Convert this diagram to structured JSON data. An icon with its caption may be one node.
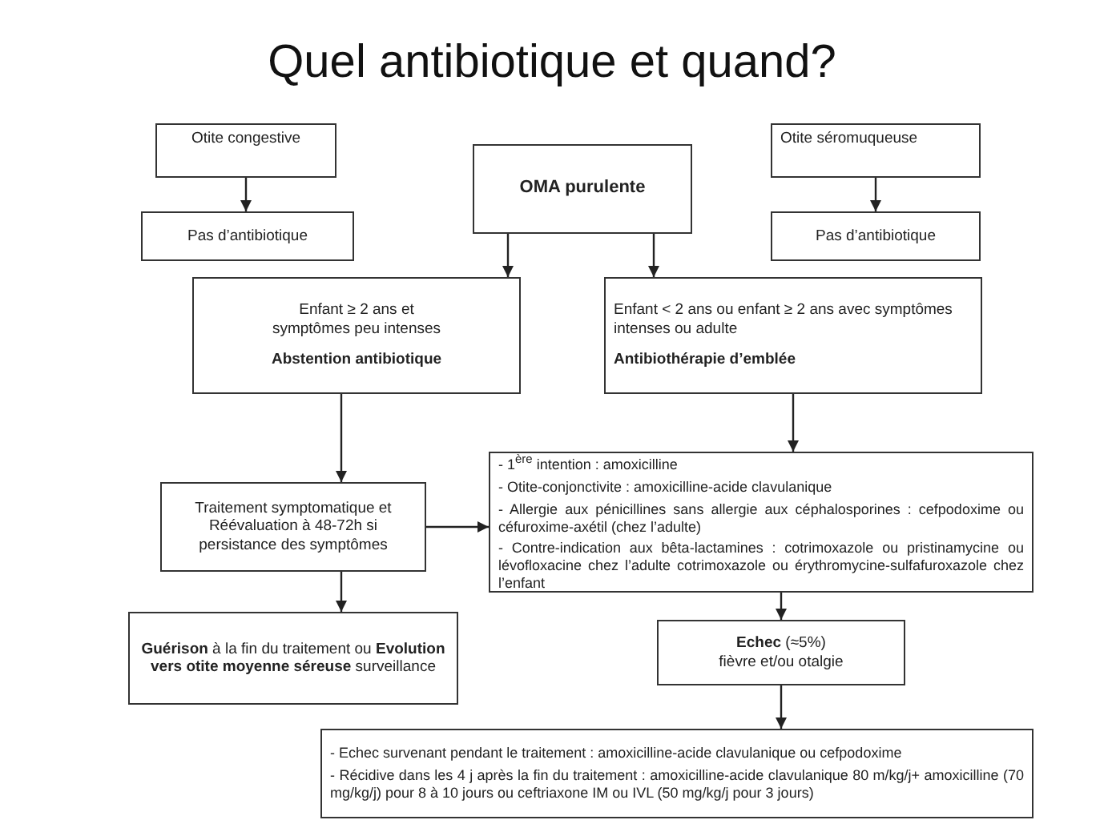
{
  "diagram": {
    "title": "Quel antibiotique et quand?",
    "nodes": [
      {
        "text": [
          "Otite congestive"
        ]
      },
      {
        "text": [
          "Pas d’antibiotique"
        ]
      },
      {
        "text": [
          "OMA purulente"
        ]
      },
      {
        "text": [
          "Otite séromuqueuse"
        ]
      },
      {
        "text": [
          "Pas d’antibiotique"
        ]
      },
      {
        "text": [
          "Enfant ≥ 2 ans et symptômes peu intenses",
          "Abstention antibiotique"
        ]
      },
      {
        "text": [
          "Enfant < 2 ans ou enfant ≥ 2 ans avec symptômes intenses ou adulte",
          "Antibiothérapie d’emblée"
        ]
      },
      {
        "text": [
          "Traitement symptomatique et Réévaluation à 48-72h si persistance des symptômes"
        ]
      },
      {
        "text": [
          "**Guérison** à la fin du traitement ou **Evolution vers otite moyenne séreuse** surveillance"
        ]
      },
      {
        "text": [
          "- 1$^{ère}$ intention : amoxicilline",
          "- Otite-conjonctivite : amoxicilline-acide clavulanique",
          "- Allergie aux pénicillines sans allergie aux céphalosporines : cefpodoxime ou céfuroxime-axétil (chez l’adulte)",
          "- Contre-indication aux bêta-lactamines : cotrimoxazole ou pristinamycine ou lévofloxacine chez l’adulte cotrimoxazole ou érythromycine-sulfafuroxazole chez l’enfant"
        ]
      },
      {
        "text": [
          "**Echec** (≈5%)",
          "fièvre et/ou otalgie"
        ]
      },
      {
        "text": [
          "- Echec survenant pendant le traitement : amoxicilline-acide clavulanique ou cefpodoxime",
          "- Récidive dans les 4 j après la fin du traitement : amoxicilline-acide clavulanique 80 m/kg/j+ amoxicilline (70 mg/kg/j) pour 8 à 10 jours ou ceftriaxone IM ou IVL (50 mg/kg/j pour 3 jours)"
        ]
      }
    ],
    "edges": [
      {
        "from": 0,
        "to": 1,
        "arrow": "to"
      },
      {
        "from": 3,
        "to": 4,
        "arrow": "to"
      },
      {
        "from": 2,
        "to": 5,
        "arrow": "to"
      },
      {
        "from": 2,
        "to": 6,
        "arrow": "to"
      },
      {
        "from": 5,
        "to": 7,
        "arrow": "to"
      },
      {
        "from": 7,
        "to": 8,
        "arrow": "to"
      },
      {
        "from": 7,
        "to": 9,
        "arrow": "to"
      },
      {
        "from": 6,
        "to": 9,
        "arrow": "to"
      },
      {
        "from": 9,
        "to": 10,
        "arrow": "to"
      },
      {
        "from": 10,
        "to": 11,
        "arrow": "to"
      }
    ]
  }
}
